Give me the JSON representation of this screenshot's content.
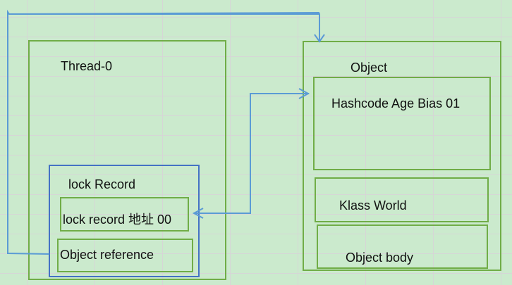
{
  "diagram": {
    "thread": {
      "title": "Thread-0",
      "lock_record": {
        "title": "lock Record",
        "address_field": "lock record 地址 00",
        "object_reference": "Object reference"
      }
    },
    "object": {
      "title": "Object",
      "mark_word": "Hashcode Age Bias 01",
      "klass_word": "Klass World",
      "object_body": "Object body"
    },
    "connectors": [
      {
        "from": "object-reference",
        "to": "object",
        "style": "arrow"
      },
      {
        "from": "lock-record-address",
        "to": "mark-word",
        "style": "double-arrow"
      }
    ],
    "colors": {
      "background": "#cbeacd",
      "box_border": "#70ad47",
      "lock_record_border": "#4472c4",
      "connector": "#5b9bd5"
    }
  }
}
